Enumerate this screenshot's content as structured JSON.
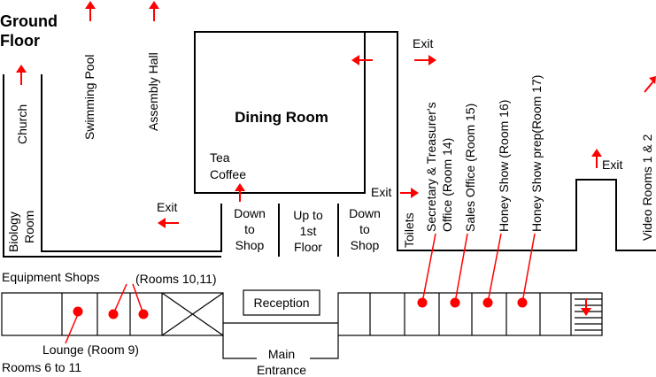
{
  "floor_title": [
    "Ground",
    "Floor"
  ],
  "rooms": {
    "church": "Church",
    "swimming_pool": "Swimming Pool",
    "assembly_hall": "Assembly Hall",
    "dining_room": "Dining Room",
    "tea_coffee": [
      "Tea",
      "Coffee"
    ],
    "biology_room": [
      "Biology",
      "Room"
    ],
    "down_to_shop_1": [
      "Down",
      "to",
      "Shop"
    ],
    "up_to_1st_floor": [
      "Up to",
      "1st",
      "Floor"
    ],
    "down_to_shop_2": [
      "Down",
      "to",
      "Shop"
    ],
    "toilets": "Toilets",
    "secretary": [
      "Secretary & Treasurer's",
      "Office (Room 14)"
    ],
    "sales_office": "Sales Office (Room 15)",
    "honey_show": "Honey Show (Room 16)",
    "honey_show_prep": "Honey Show prep(Room 17)",
    "video_rooms": "Video Rooms 1 & 2",
    "equipment_shops": "Equipment Shops",
    "rooms_10_11": "(Rooms 10,11)",
    "reception": "Reception",
    "lounge": "Lounge (Room 9)",
    "rooms_6_11": "Rooms 6 to 11",
    "main_entrance": [
      "Main",
      "Entrance"
    ]
  },
  "exits": {
    "exit_top": "Exit",
    "exit_left": "Exit",
    "exit_toilets": "Exit",
    "exit_right": "Exit"
  },
  "colors": {
    "marker": "#ff0000",
    "line": "#000000",
    "background": "#ffffff"
  }
}
